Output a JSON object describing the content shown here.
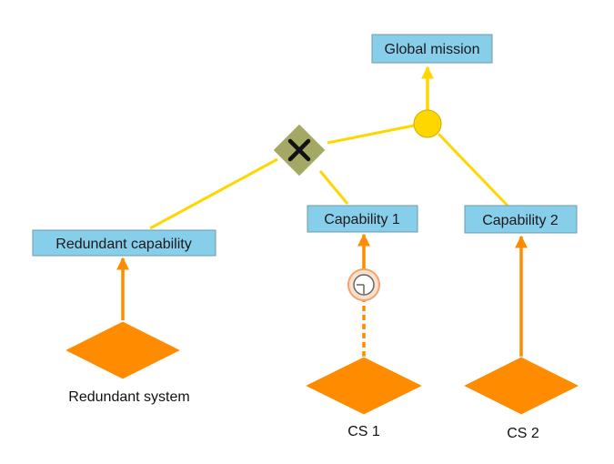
{
  "colors": {
    "capability_fill": "#87ceeb",
    "capability_stroke": "#6e9bab",
    "yellow_link": "#ffd700",
    "orange": "#ff8c00",
    "orange_stroke": "#e07800",
    "xor_fill": "#a5a864",
    "xor_mark": "#111111",
    "and_node_fill": "#ffd700",
    "and_node_stroke": "#d6a900",
    "timer_ring": "#f4a26e"
  },
  "nodes": {
    "global_mission": {
      "label": "Global mission"
    },
    "redundant_capability": {
      "label": "Redundant capability"
    },
    "capability_1": {
      "label": "Capability 1"
    },
    "capability_2": {
      "label": "Capability 2"
    },
    "redundant_system": {
      "label": "Redundant system"
    },
    "cs1": {
      "label": "CS 1"
    },
    "cs2": {
      "label": "CS 2"
    }
  },
  "icons": {
    "xor_gateway": "xor-gateway-icon",
    "and_junction": "and-junction-icon",
    "timer": "timer-icon"
  }
}
